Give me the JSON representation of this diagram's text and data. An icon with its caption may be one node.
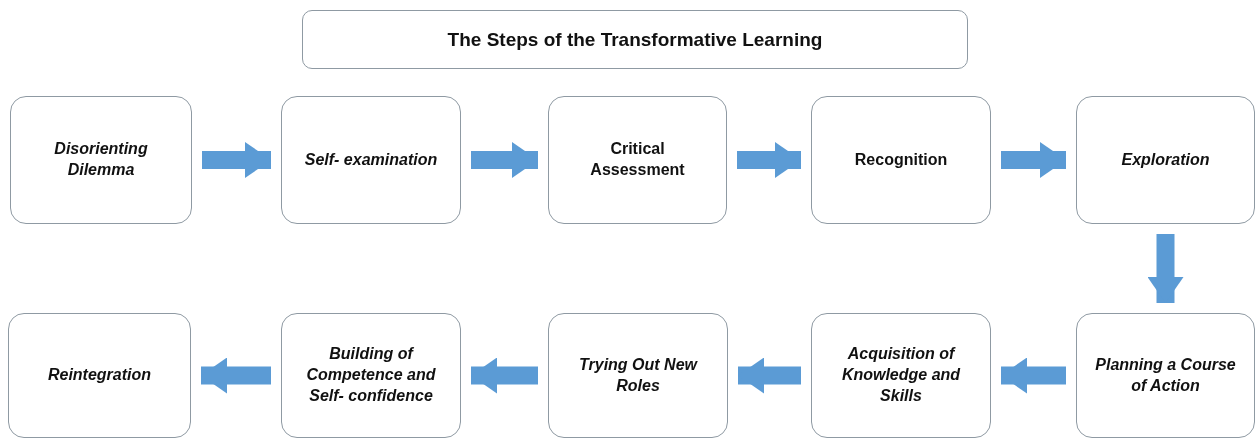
{
  "diagram": {
    "title": "The Steps of the Transformative Learning",
    "nodes": [
      {
        "text": [
          "Disorienting Dilemma"
        ]
      },
      {
        "text": [
          "Self- examination"
        ]
      },
      {
        "text": [
          "Critical Assessment"
        ]
      },
      {
        "text": [
          "Recognition"
        ]
      },
      {
        "text": [
          "Exploration"
        ]
      },
      {
        "text": [
          "Planning a Course of Action"
        ]
      },
      {
        "text": [
          "Acquisition of Knowledge and Skills"
        ]
      },
      {
        "text": [
          "Trying Out New Roles"
        ]
      },
      {
        "text": [
          "Building of Competence and Self- confidence"
        ]
      },
      {
        "text": [
          "Reintegration"
        ]
      }
    ],
    "edges": [
      {
        "from": 0,
        "to": 1,
        "arrow": "to"
      },
      {
        "from": 1,
        "to": 2,
        "arrow": "to"
      },
      {
        "from": 2,
        "to": 3,
        "arrow": "to"
      },
      {
        "from": 3,
        "to": 4,
        "arrow": "to"
      },
      {
        "from": 4,
        "to": 5,
        "arrow": "to"
      },
      {
        "from": 5,
        "to": 6,
        "arrow": "to"
      },
      {
        "from": 6,
        "to": 7,
        "arrow": "to"
      },
      {
        "from": 7,
        "to": 8,
        "arrow": "to"
      },
      {
        "from": 8,
        "to": 9,
        "arrow": "to"
      }
    ]
  }
}
